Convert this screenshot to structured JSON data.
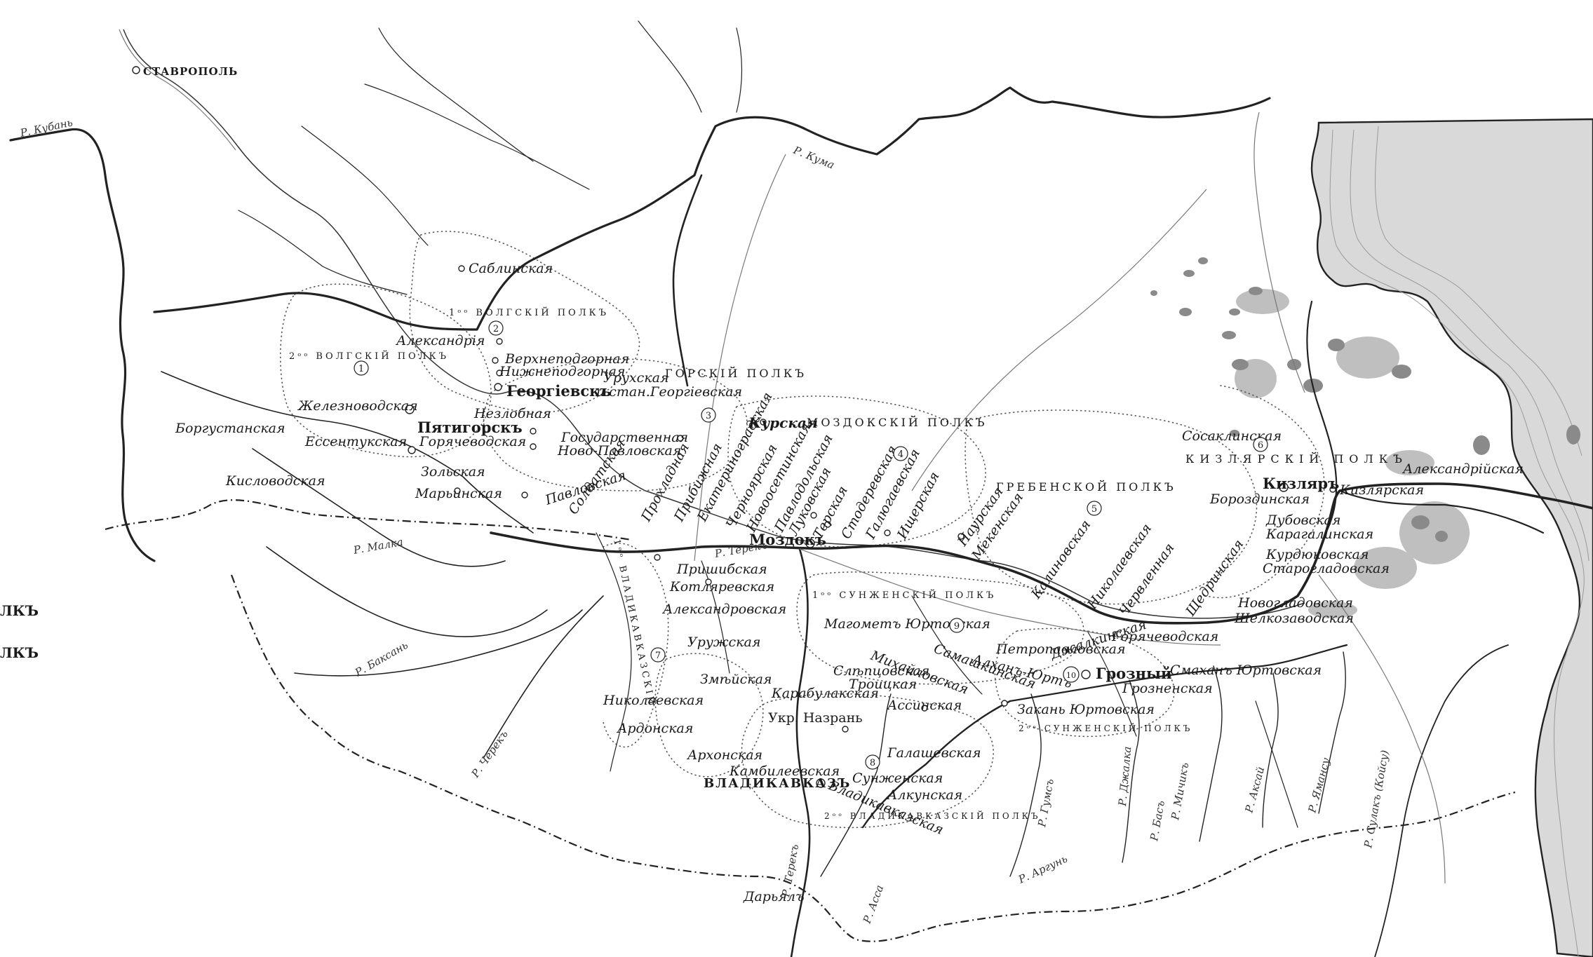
{
  "cities": {
    "stavropol": "СТАВРОПОЛЬ",
    "georgievsk": "Георгіевскъ",
    "georgievsk_suffix": "и стан.Георгіевская",
    "pyatigorsk": "Пятигорскъ",
    "mozdok": "Моздокъ",
    "kizlyar": "Кизляръ",
    "grozny": "Грозный",
    "vladikavkaz": "ВЛАДИКАВКАЗЪ"
  },
  "stations": {
    "sablinskaya": "Саблинская",
    "aleksandriya": "Александрія",
    "verkhnepodgornaya": "Верхнеподгорная",
    "nizhnepodgornaya": "Нижнеподгорная",
    "urukhskaya": "Урухская",
    "zheleznovodskaya": "Железноводская",
    "nezlobnaya": "Незлобная",
    "borgustanskaya": "Боргустанская",
    "essentukskaya": "Ессентукская",
    "goryachevodskaya": "Горячеводская",
    "kislovodskaya": "Кисловодская",
    "zolskaya": "Зольская",
    "marinskaya": "Марьинская",
    "pavlovskaya": "Павловская",
    "soldatskaya": "Солдатская",
    "gosudarstvennaya": "Государственная",
    "novopavlovskaya": "Ново-Павловская",
    "kurskaya": "Курская",
    "prokhladnaya": "Прохладная",
    "prishibskaya_h": "Прибижная",
    "ekaterinogradskaya": "Екатериноградская",
    "chernoyarskaya": "Черноярская",
    "novoosetinskaya": "Новоосетинская",
    "pavlodolskaya": "Павлодольская",
    "lukovskaya": "Луковская",
    "terskaya": "Терская",
    "stoderevskaya": "Стодеревская",
    "galyugaevskaya": "Галюгаевская",
    "ishcherskaya": "Ищерская",
    "naurskaya": "Наурская",
    "mekenskaya": "Мекенская",
    "kalinovskaya": "Калиновская",
    "nikolaevskaya_e": "Николаевская",
    "chervlennaya": "Червленная",
    "shchedrinskaya": "Щедринская",
    "sosaklinskaya": "Сосаклинская",
    "borozdinskaya": "Бороздинская",
    "kizlyarskaya": "Кизлярская",
    "aleksandriyskaya": "Александрійская",
    "dubovskaya": "Дубовская",
    "karagalinskaya": "Карагалинская",
    "kurdyukovskaya": "Курдюковская",
    "starogladovskaya": "Старогладовская",
    "novogladovskaya": "Новогладовская",
    "shelkozavodskaya": "Шелкозаводская",
    "prishibskaya": "Пришибская",
    "kotlyarevskaya": "Котляревская",
    "aleksandrovskaya": "Александровская",
    "magomet": "Магометъ Юртовская",
    "goryachevodskaya_e": "Горячеводская",
    "dzhalkinskaya": "Джалкинская",
    "petropavlovskaya": "Петропавловская",
    "urukhskaya2": "Уружская",
    "mikhaylovskaya": "Михайловская",
    "samashkinskaya": "Самашкинская",
    "alkhan": "Алханъ-Юртъ",
    "smakhan": "Смаханъ Юртовская",
    "zmeyskaya": "Змѣйская",
    "sleptsovskaya": "Слѣпцовская",
    "troitskaya": "Троицкая",
    "karabulakskaya": "Карабулакская",
    "groznenskaya": "Грозненская",
    "assinskaya": "Ассинская",
    "zakan": "Закань Юртовская",
    "nikolaevskaya": "Николаевская",
    "nazran": "Укр. Назрань",
    "ardonskaya": "Ардонская",
    "arkhonskaya": "Архонская",
    "galashevskaya": "Галашевская",
    "kambileevskaya": "Камбилеевская",
    "sunzhenskaya": "Сунженская",
    "vladikavkazskaya": "Владикавказская",
    "alkunskaya": "Алкунская",
    "daryal": "Дарьялъ"
  },
  "regiments": {
    "volgsky1": "1ᵒᵒ ВОЛГСКІЙ ПОЛКЪ",
    "volgsky2": "2ᵒᵒ ВОЛГСКІЙ ПОЛКЪ",
    "gorsky": "ГОРСКІЙ ПОЛКЪ",
    "mozdoksky": "МОЗДОКСКІЙ ПОЛКЪ",
    "grebensky": "ГРЕБЕНСКОЙ ПОЛКЪ",
    "kizlyarsky": "КИЗЛЯРСКІЙ ПОЛКЪ",
    "sunzhensky1": "1ᵒᵒ СУНЖЕНСКІЙ ПОЛКЪ",
    "sunzhensky2": "2ᵒᵒ СУНЖЕНСКІЙ ПОЛКЪ",
    "vladikavkazsky1": "1ᵒᵒ ВЛАДИКАВКАЗСКІЙ",
    "vladikavkazsky2": "2ᵒᵒ ВЛАДИКАВКАЗСКІЙ ПОЛКЪ"
  },
  "regiment_numbers": [
    "1",
    "2",
    "3",
    "4",
    "5",
    "6",
    "7",
    "8",
    "9",
    "10"
  ],
  "rivers": {
    "kuban": "Р. Кубань",
    "kuma": "Р. Кума",
    "malka": "Р. Малка",
    "baksan": "Р. Баксань",
    "cherek": "Р. Черекъ",
    "terek": "Р. Терекъ",
    "terek2": "Р. Терекъ",
    "assa": "Р. Асса",
    "argun": "Р. Аргунь",
    "sulak": "Р. Сулакъ (Койсу)",
    "aksay": "Р. Аксай",
    "yaman_su": "Р. Ямансу",
    "michik": "Р. Мичикъ",
    "gums": "Р. Гумсъ",
    "basa": "Р. Басъ",
    "dzhalka": "Р. Джалка"
  },
  "edge_text": {
    "line1": "ЛКЪ",
    "line2": "ЛКЪ"
  }
}
